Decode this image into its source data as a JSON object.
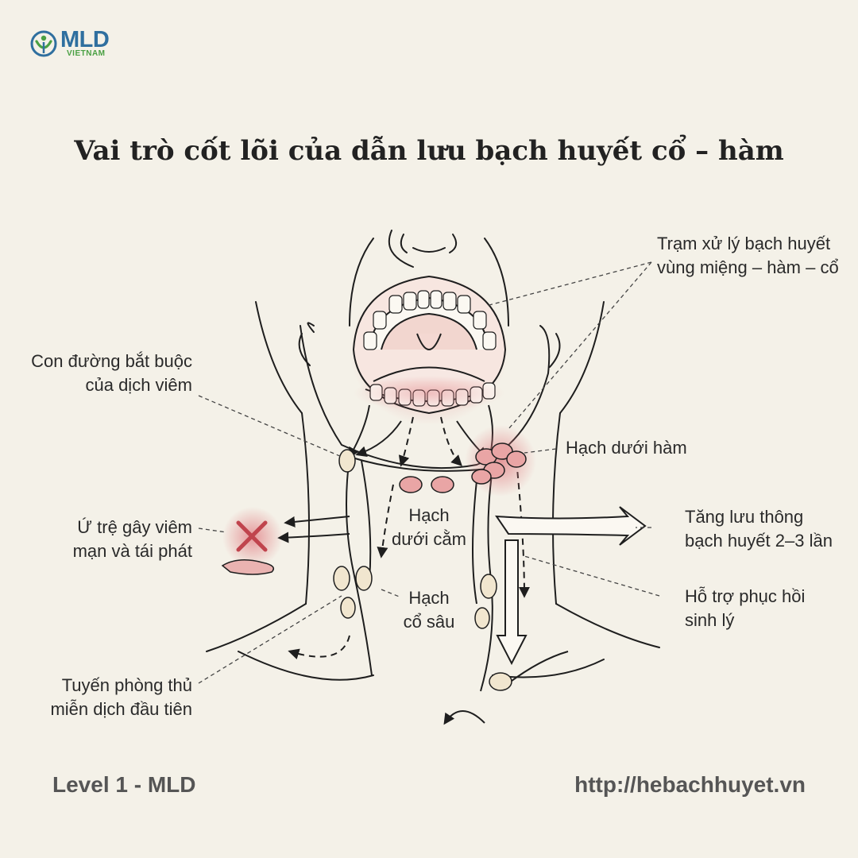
{
  "brand": {
    "main": "MLD",
    "sub": "VIETNAM",
    "colors": {
      "blue": "#2f6f9f",
      "green": "#4aa043"
    }
  },
  "title": "Vai trò cốt lõi của dẫn lưu bạch huyết cổ – hàm",
  "labels": {
    "tram_xu_ly": [
      "Trạm xử lý bạch huyết",
      "vùng miệng – hàm – cổ"
    ],
    "con_duong": [
      "Con đường bắt buộc",
      "của dịch viêm"
    ],
    "hach_duoi_ham": [
      "Hạch dưới hàm"
    ],
    "u_tre": [
      "Ứ trệ gây viêm",
      "mạn và tái phát"
    ],
    "hach_duoi_cam": [
      "Hạch",
      "dưới cằm"
    ],
    "tang_luu_thong": [
      "Tăng lưu thông",
      "bạch huyết 2–3 lần"
    ],
    "hach_co_sau": [
      "Hạch",
      "cổ sâu"
    ],
    "ho_tro": [
      "Hỗ trợ phục hồi",
      "sinh lý"
    ],
    "tuyen_phong_thu": [
      "Tuyến phòng thủ",
      "miễn dịch đầu tiên"
    ]
  },
  "footer": {
    "left": "Level 1 - MLD",
    "right": "http://hebachhuyet.vn"
  },
  "colors": {
    "background": "#f4f1e8",
    "inflammation": "#e07a80",
    "lymph_node": "#e9a5a5",
    "line": "#1e1e1e"
  }
}
